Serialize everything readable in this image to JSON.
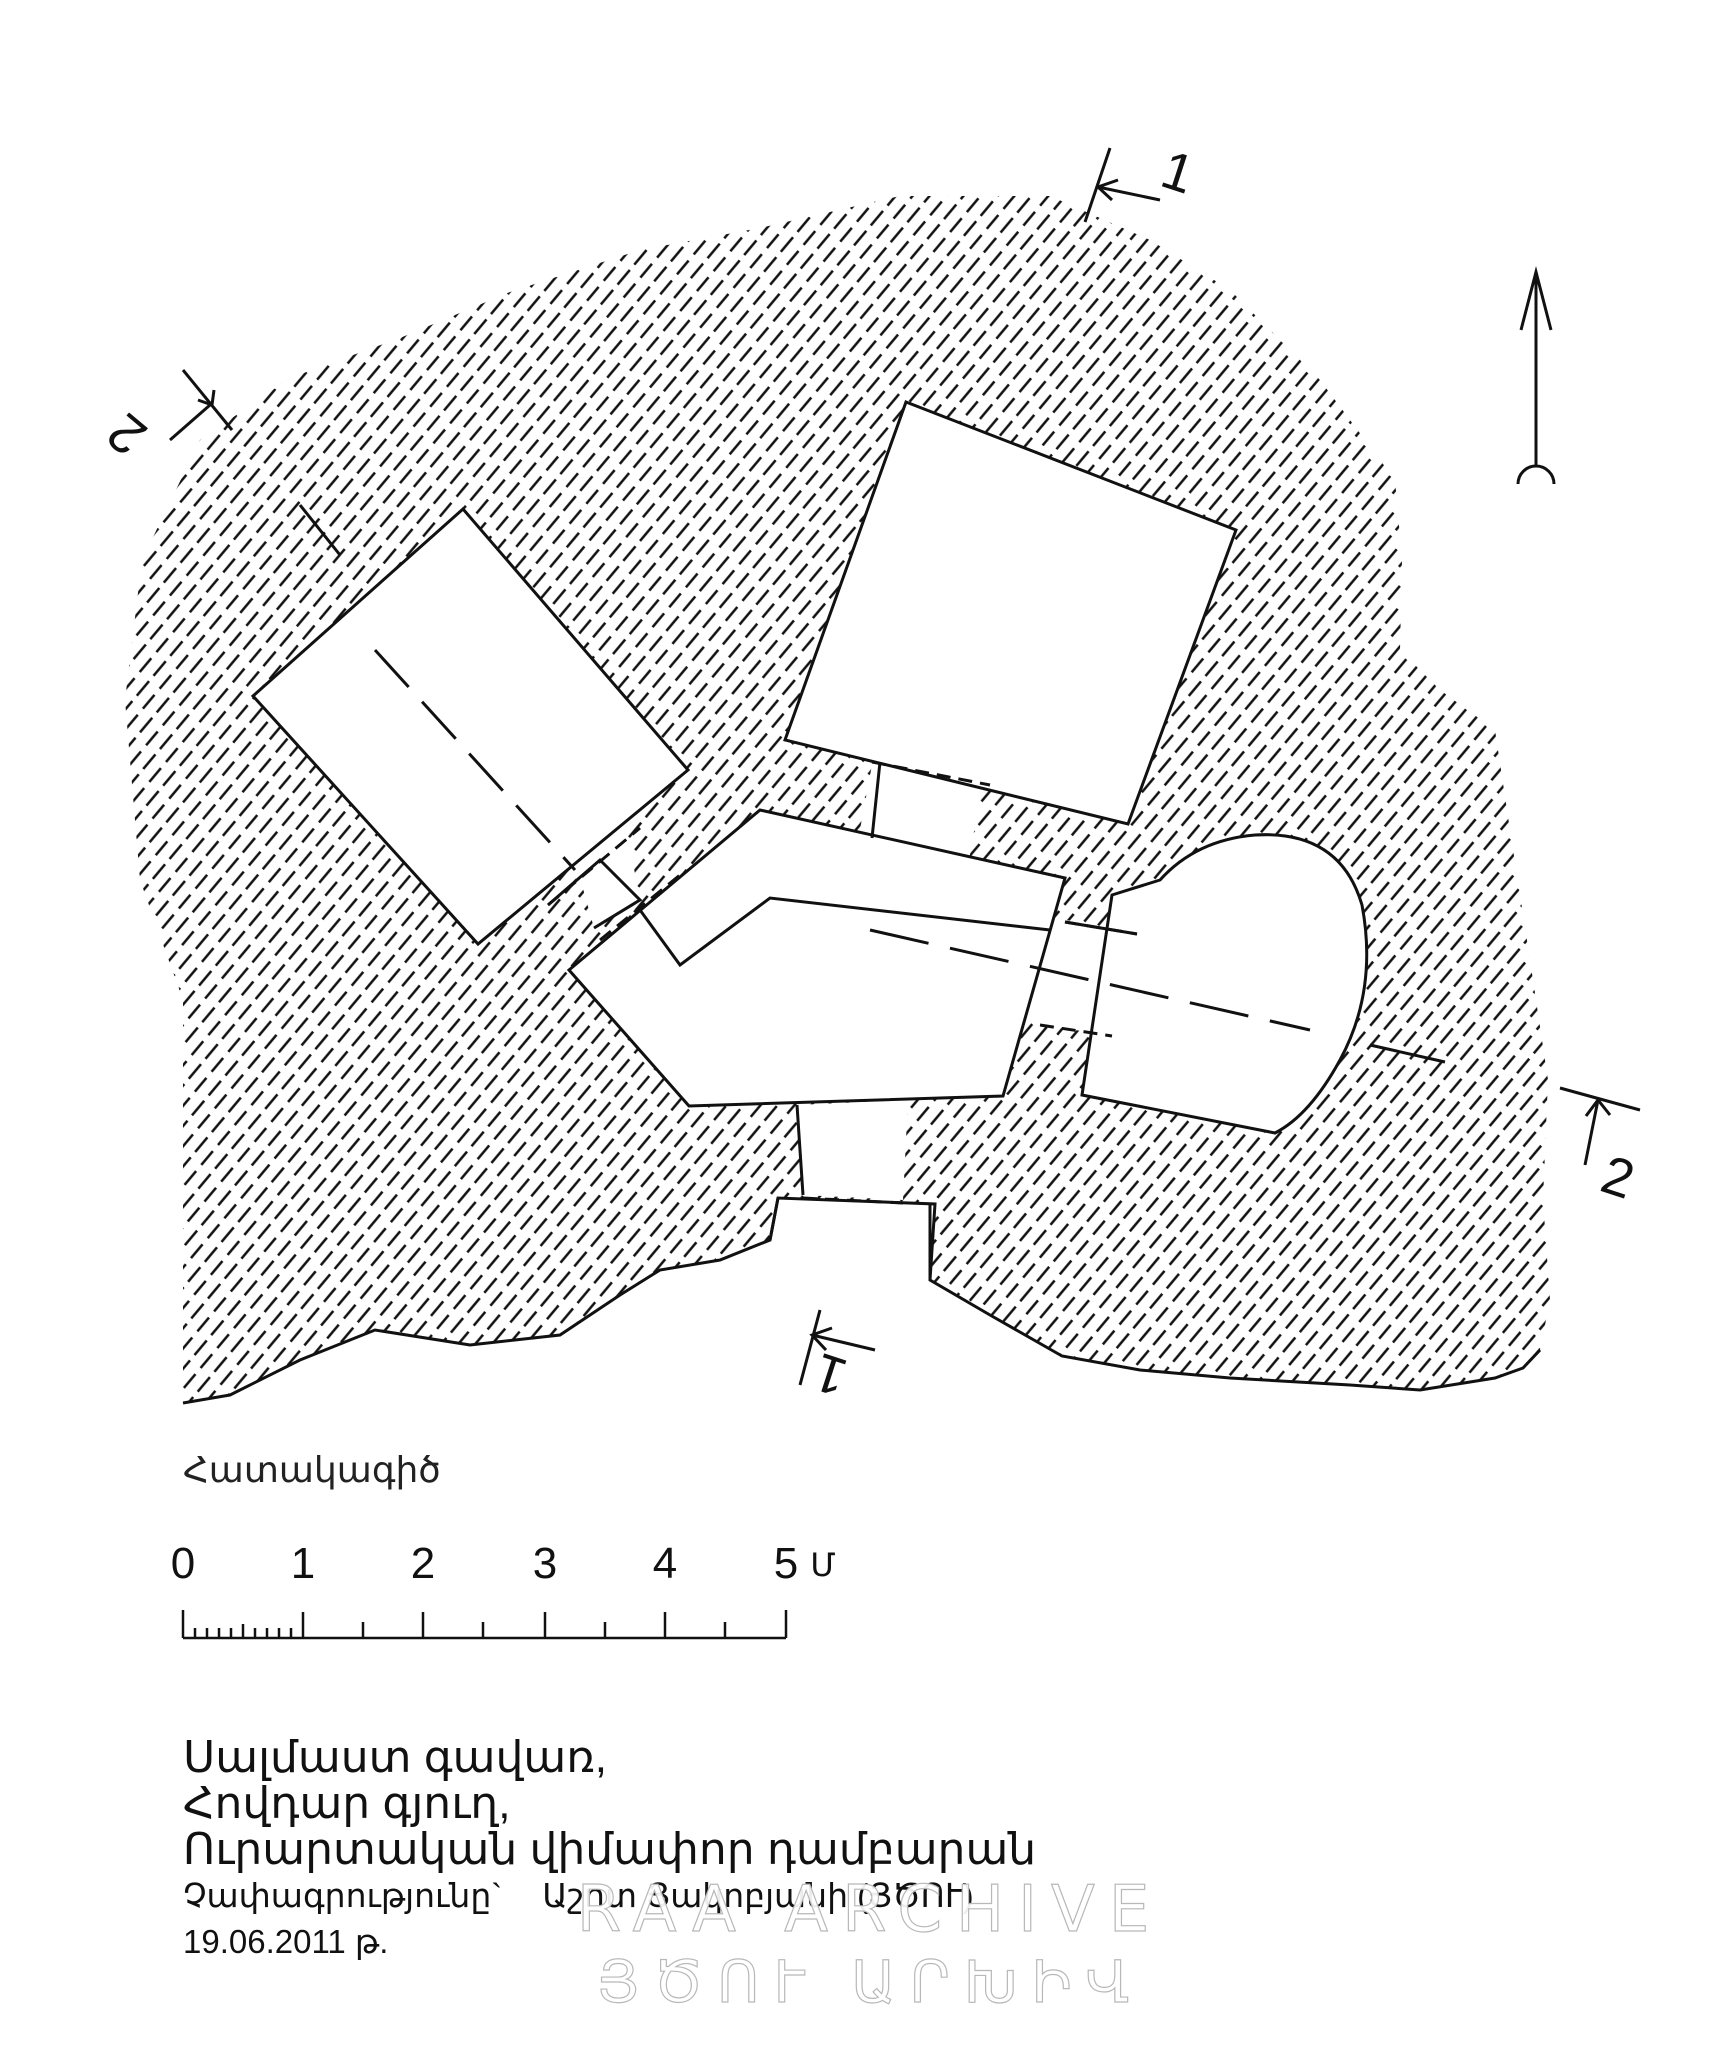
{
  "plan_label": "Հատակագիծ",
  "scale_bar": {
    "ticks": [
      "0",
      "1",
      "2",
      "3",
      "4",
      "5"
    ],
    "unit": "Մ"
  },
  "section_markers": {
    "s1_top": "1",
    "s1_bottom": "1",
    "s2_left": "2",
    "s2_right": "2"
  },
  "caption": {
    "line1": "Սալմաստ գավառ,",
    "line2": "Հովդար գյուղ,",
    "line3": "Ուրարտական վիմափոր դամբարան",
    "line4_label": "Չափագրությունը`",
    "line4_author": "Աշոտ Յակոբյանի (ՅԾՈՒ)",
    "line5": "19.06.2011 թ."
  },
  "watermark": {
    "line1": "RAA ARCHIVE",
    "line2": "ՅԾՈՒ ԱՐԽԻՎ"
  },
  "colors": {
    "ink": "#111111",
    "paper": "#ffffff"
  },
  "icons": [
    "north-arrow-icon"
  ]
}
